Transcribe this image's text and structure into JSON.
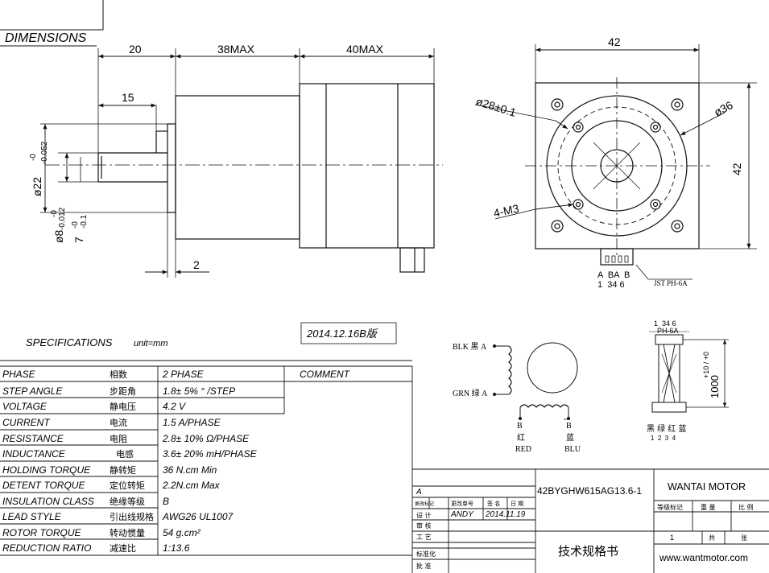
{
  "title": "DIMENSIONS",
  "side_view": {
    "dim_top": [
      "20",
      "38MAX",
      "40MAX"
    ],
    "dim_15": "15",
    "dim_2": "2",
    "shaft_dia": "ø22",
    "shaft_dia_tol_top": "-0",
    "shaft_dia_tol_bot": "-0.052",
    "bore_dia": "ø8",
    "bore_tol_top": "-0",
    "bore_tol_bot": "-0.012",
    "key": "7",
    "key_tol_top": "-0",
    "key_tol_bot": "-0.1"
  },
  "front_view": {
    "width": "42",
    "height": "42",
    "pilot": "ø28±0.1",
    "bolt_circle": "ø36",
    "screws": "4-M3",
    "pins_top": "A  BA  B",
    "pins_bot": "1  34 6",
    "connector": "JST PH-6A"
  },
  "spec_header": "SPECIFICATIONS",
  "spec_unit": "unit=mm",
  "version": "2014.12.16B版",
  "comment_label": "COMMENT",
  "specs": [
    {
      "en": "PHASE",
      "cn": "相数",
      "val": "2  PHASE"
    },
    {
      "en": "STEP ANGLE",
      "cn": "步距角",
      "val": "1.8± 5% ° /STEP"
    },
    {
      "en": "VOLTAGE",
      "cn": "静电压",
      "val": "4.2  V"
    },
    {
      "en": "CURRENT",
      "cn": "电流",
      "val": "1.5 A/PHASE"
    },
    {
      "en": "RESISTANCE",
      "cn": "电阻",
      "val": "2.8± 10%  Ω/PHASE"
    },
    {
      "en": "INDUCTANCE",
      "cn": "电感",
      "val": "3.6± 20% mH/PHASE"
    },
    {
      "en": "HOLDING TORQUE",
      "cn": "静转矩",
      "val": "36  N.cm Min"
    },
    {
      "en": "DETENT TORQUE",
      "cn": "定位转矩",
      "val": "2.2N.cm Max"
    },
    {
      "en": "INSULATION CLASS",
      "cn": "绝缘等级",
      "val": "B"
    },
    {
      "en": "LEAD STYLE",
      "cn": "引出线规格",
      "val": "AWG26 UL1007"
    },
    {
      "en": "ROTOR TORQUE",
      "cn": "转动惯量",
      "val": "54 g.cm²"
    },
    {
      "en": "REDUCTION RATIO",
      "cn": "减速比",
      "val": "1:13.6"
    }
  ],
  "wiring": {
    "blk": "BLK 黑 A",
    "grn": "GRN 绿 A",
    "b": "B",
    "b_cn": "红",
    "red": "RED",
    "bbar": "B",
    "bbar_cn": "蓝",
    "blu": "BLU",
    "cable_pins": "1  34 6",
    "cable_conn": "PH-6A",
    "cable_len": "1000",
    "cable_tol": "+10 / +0",
    "colors_cn": "黑 绿 红 蓝",
    "colors_num": "1  2  3  4"
  },
  "title_block": {
    "rev": "A",
    "model": "42BYGHW615AG13.6-1",
    "company": "WANTAI MOTOR",
    "rows_left": [
      "更改标记",
      "更改单号",
      "签 名",
      "日 期"
    ],
    "design": "设  计",
    "designer": "ANDY",
    "date": "2014.11.19",
    "check": "审  核",
    "process": "工  艺",
    "standard": "标准化",
    "approve": "批  准",
    "doc_title": "技术规格书",
    "grade": "等级标记",
    "weight": "重  量",
    "scale": "比  例",
    "sheet": "1",
    "total": "共",
    "page": "张",
    "website": "www.wantmotor.com"
  }
}
